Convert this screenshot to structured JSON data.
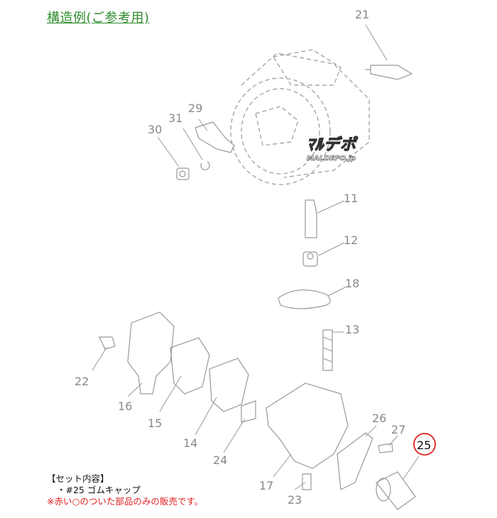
{
  "title": "構造例(ご参考用)",
  "notes": {
    "heading": "【セット内容】",
    "item": "・#25 ゴムキャップ",
    "warning": "※赤い○のついた部品のみの販売です。"
  },
  "watermark": {
    "line1": "ﾏﾙデポ",
    "line2": "MALDEPO.jp"
  },
  "highlight_color": "#e02020",
  "highlighted_part": "25",
  "parts": [
    "21",
    "29",
    "31",
    "30",
    "11",
    "12",
    "18",
    "13",
    "22",
    "16",
    "15",
    "14",
    "24",
    "17",
    "26",
    "27",
    "25",
    "23"
  ]
}
